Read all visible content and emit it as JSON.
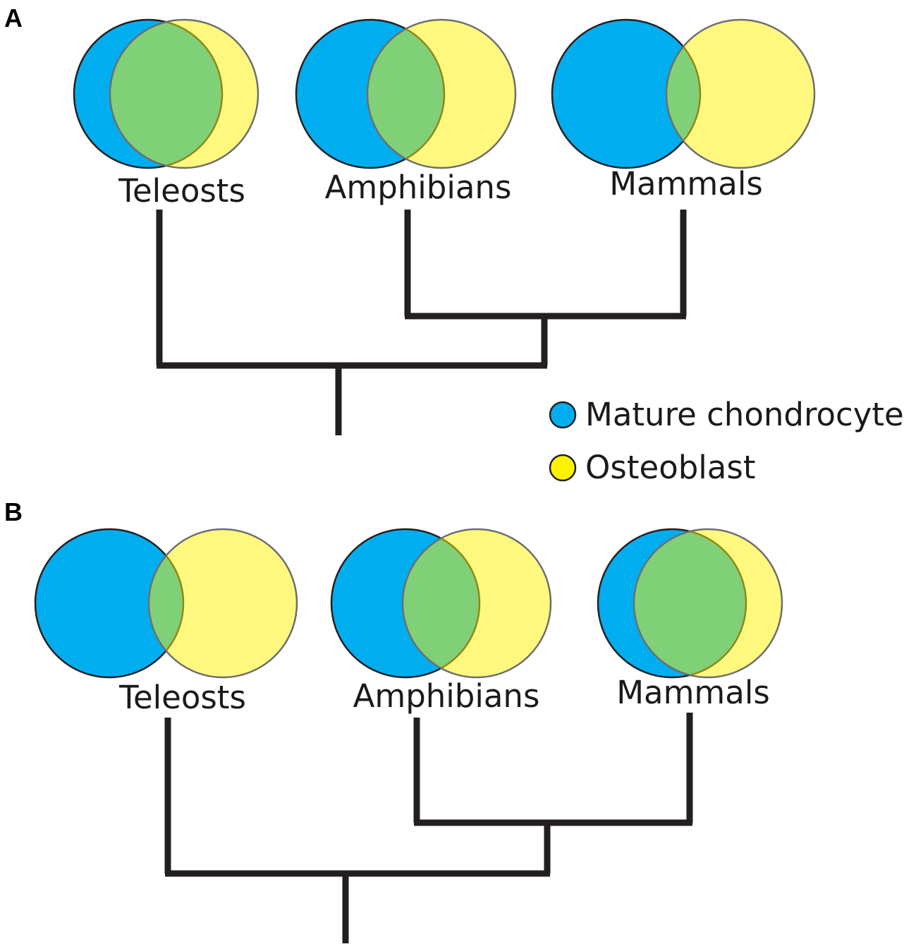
{
  "colors": {
    "mature_chondrocyte": "#00aeef",
    "osteoblast": "#fff200",
    "overlap": "#84cf78",
    "branch": "#231f20"
  },
  "legend": {
    "chondrocyte_label": "Mature chondrocyte",
    "osteoblast_label": "Osteoblast"
  },
  "panels": [
    {
      "label": "A",
      "taxa": [
        "Teleosts",
        "Amphibians",
        "Mammals"
      ],
      "overlap_degree": [
        "high",
        "medium",
        "low"
      ]
    },
    {
      "label": "B",
      "taxa": [
        "Teleosts",
        "Amphibians",
        "Mammals"
      ],
      "overlap_degree": [
        "low",
        "medium",
        "high"
      ]
    }
  ]
}
